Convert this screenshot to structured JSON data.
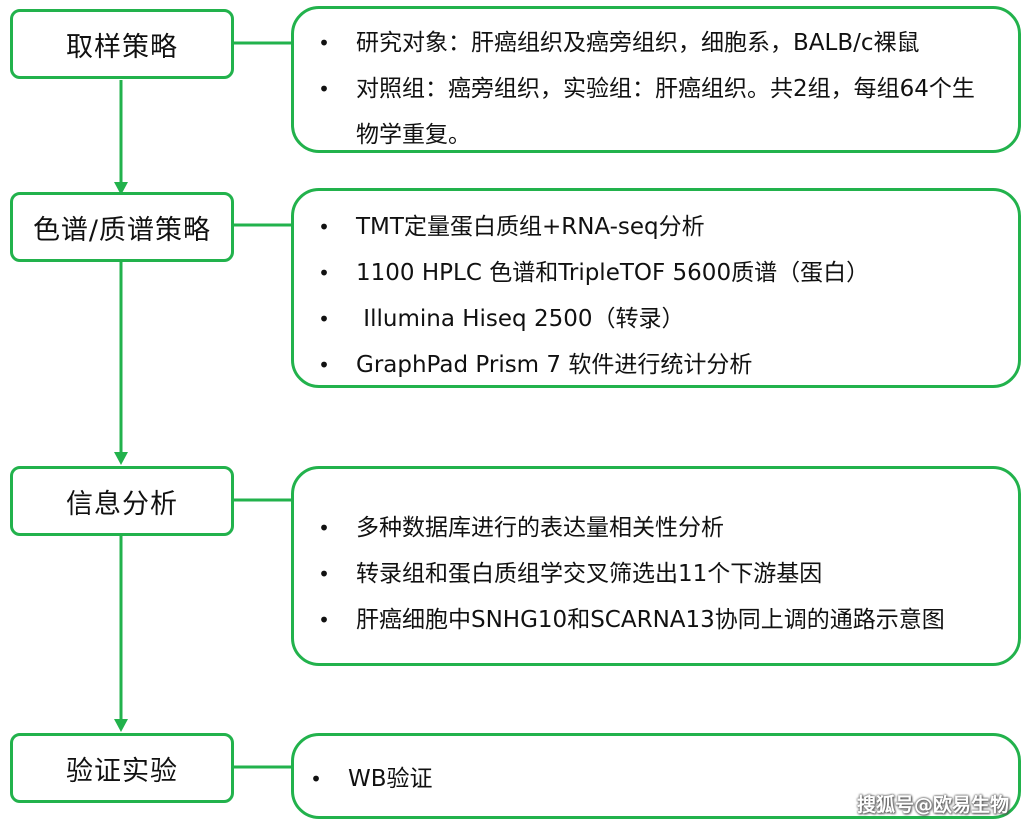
{
  "colors": {
    "accent": "#22b24c"
  },
  "steps": [
    {
      "label": "取样策略",
      "items": [
        "研究对象：肝癌组织及癌旁组织，细胞系，BALB/c裸鼠",
        "对照组：癌旁组织，实验组：肝癌组织。共2组，每组64个生物学重复。"
      ]
    },
    {
      "label": "色谱/质谱策略",
      "items": [
        "TMT定量蛋白质组+RNA-seq分析",
        "1100 HPLC 色谱和TripleTOF 5600质谱（蛋白）",
        " Illumina Hiseq 2500（转录）",
        "GraphPad Prism 7 软件进行统计分析"
      ]
    },
    {
      "label": "信息分析",
      "items": [
        "多种数据库进行的表达量相关性分析",
        "转录组和蛋白质组学交叉筛选出11个下游基因",
        "肝癌细胞中SNHG10和SCARNA13协同上调的通路示意图"
      ]
    },
    {
      "label": "验证实验",
      "items": [
        "WB验证"
      ]
    }
  ],
  "bullet_symbol": "•",
  "watermark": "搜狐号@欧易生物"
}
